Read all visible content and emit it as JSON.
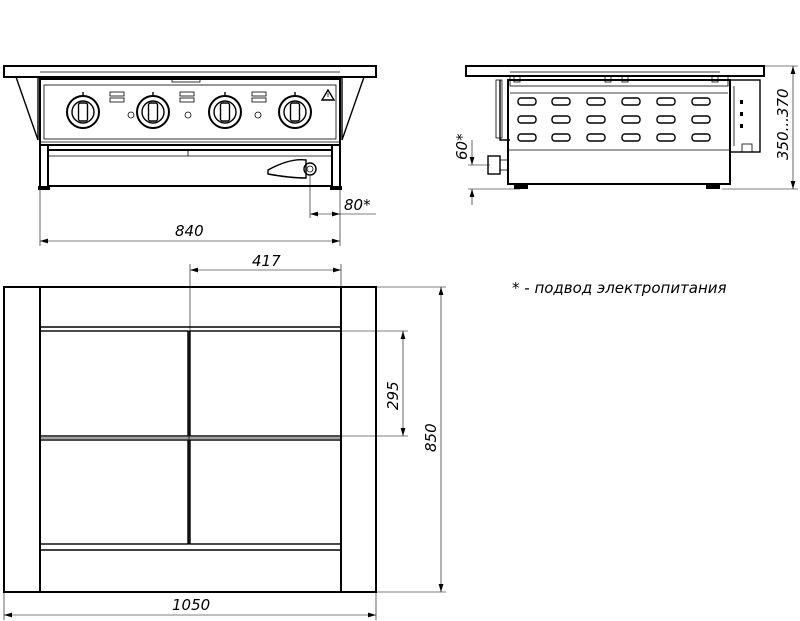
{
  "dimensions": {
    "front_width": "840",
    "cable_offset": "80*",
    "top_half_width": "417",
    "zone_depth": "295",
    "top_depth": "850",
    "overall_width": "1050",
    "cable_height": "60*",
    "height_range": "350...370"
  },
  "note": "* - подвод электропитания"
}
